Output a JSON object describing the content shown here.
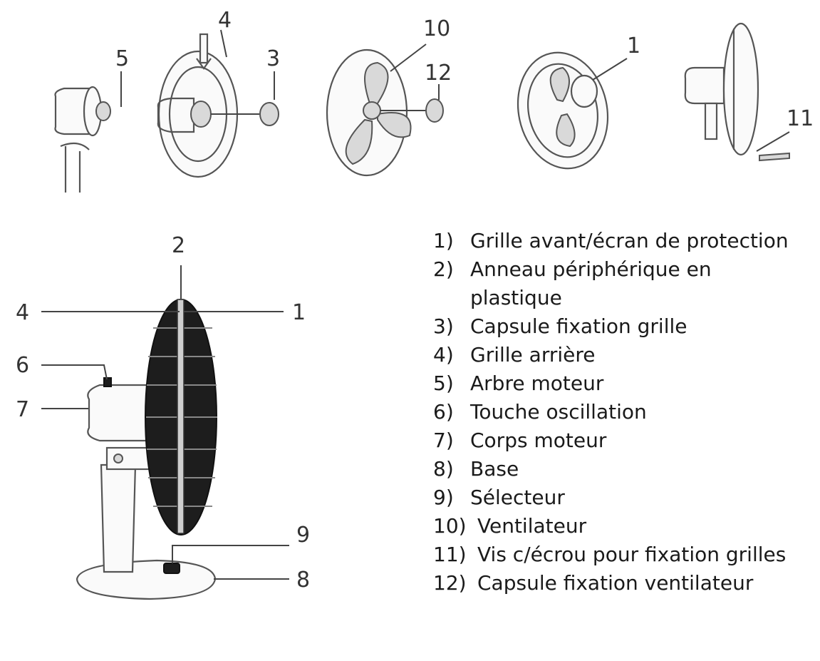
{
  "callouts": {
    "top": [
      "5",
      "4",
      "3",
      "10",
      "12",
      "1",
      "11"
    ],
    "side": [
      "2",
      "4",
      "1",
      "6",
      "7",
      "9",
      "8"
    ]
  },
  "legend": [
    {
      "num": "1)",
      "label": "Grille avant/écran de protection"
    },
    {
      "num": "2)",
      "label": "Anneau périphérique en plastique"
    },
    {
      "num": "3)",
      "label": "Capsule fixation grille"
    },
    {
      "num": "4)",
      "label": "Grille arrière"
    },
    {
      "num": "5)",
      "label": "Arbre moteur"
    },
    {
      "num": "6)",
      "label": "Touche oscillation"
    },
    {
      "num": "7)",
      "label": "Corps moteur"
    },
    {
      "num": "8)",
      "label": "Base"
    },
    {
      "num": "9)",
      "label": "Sélecteur"
    },
    {
      "num": "10)",
      "label": "Ventilateur"
    },
    {
      "num": "11)",
      "label": "Vis c/écrou pour fixation grilles"
    },
    {
      "num": "12)",
      "label": "Capsule fixation ventilateur"
    }
  ]
}
